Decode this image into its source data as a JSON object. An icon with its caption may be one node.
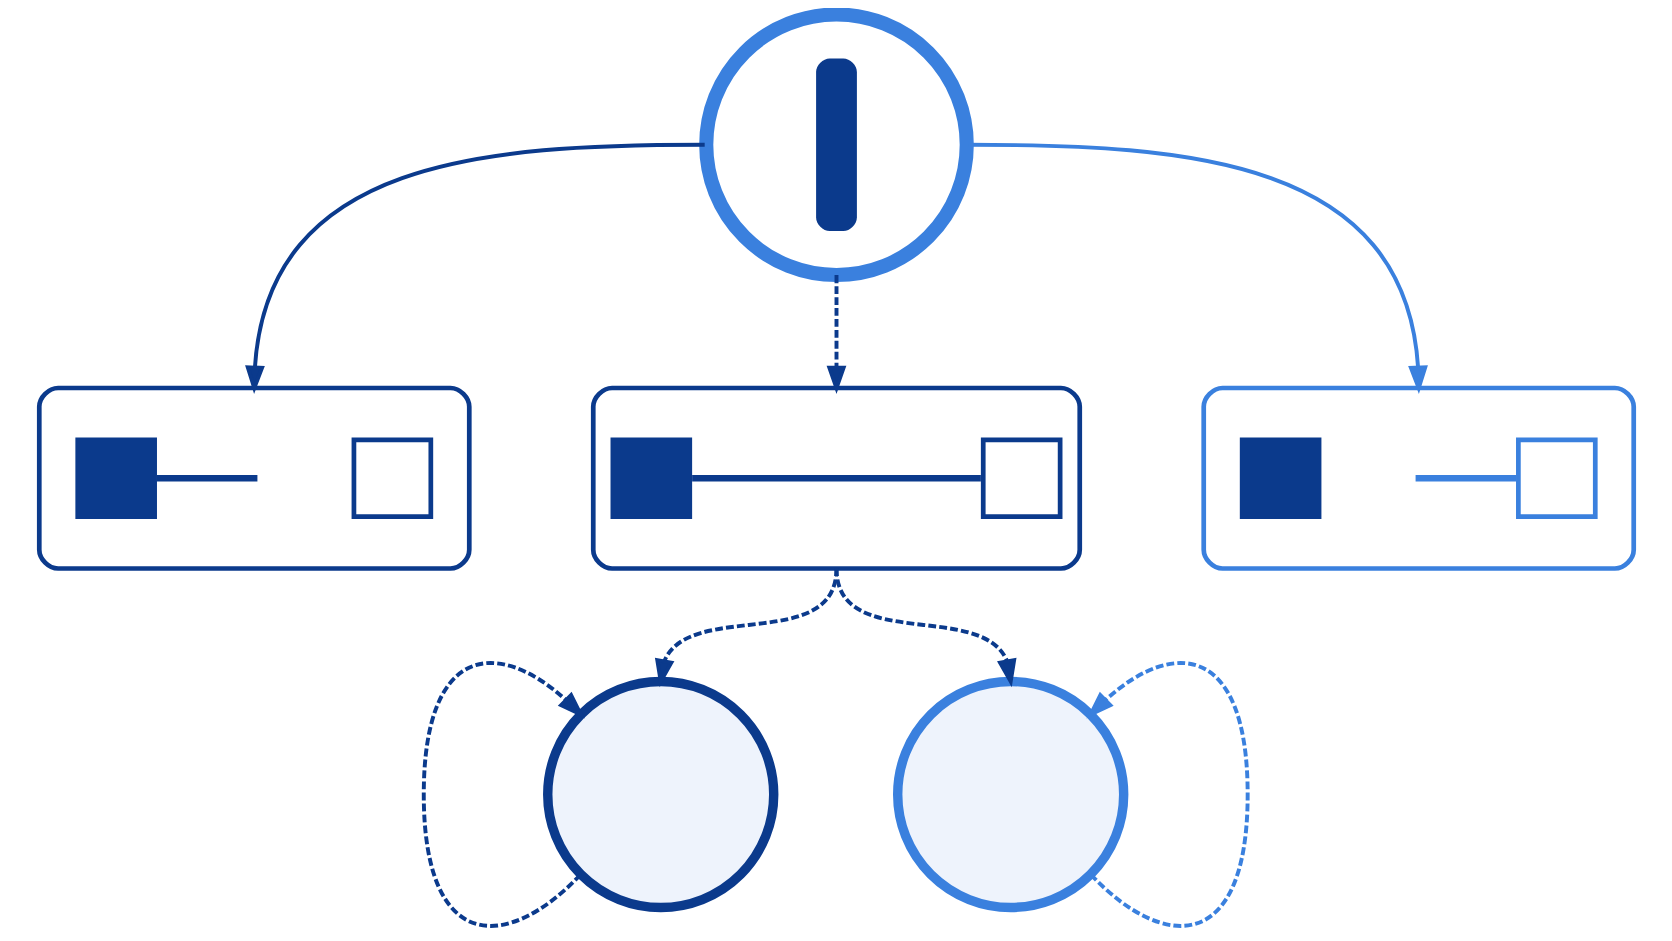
{
  "diagram": {
    "nodes": [
      {
        "text": [],
        "shape": "circle"
      },
      {
        "text": [],
        "shape": "box"
      },
      {
        "text": [],
        "shape": "box"
      },
      {
        "text": [],
        "shape": "box"
      },
      {
        "text": [],
        "shape": "circle"
      },
      {
        "text": [],
        "shape": "circle"
      }
    ],
    "edges": [
      {
        "from": 0,
        "to": 1,
        "arrow": "to"
      },
      {
        "from": 0,
        "to": 2,
        "arrow": "to",
        "style": "dashed"
      },
      {
        "from": 0,
        "to": 3,
        "arrow": "to",
        "color": "#3a80de"
      },
      {
        "from": 2,
        "to": 4,
        "arrow": "to",
        "style": "dashed"
      },
      {
        "from": 2,
        "to": 5,
        "arrow": "to",
        "style": "dashed"
      },
      {
        "from": 4,
        "to": 4,
        "arrow": "to",
        "style": "dashed"
      },
      {
        "from": 5,
        "to": 5,
        "arrow": "to",
        "style": "dashed",
        "color": "#3a80de"
      }
    ]
  }
}
